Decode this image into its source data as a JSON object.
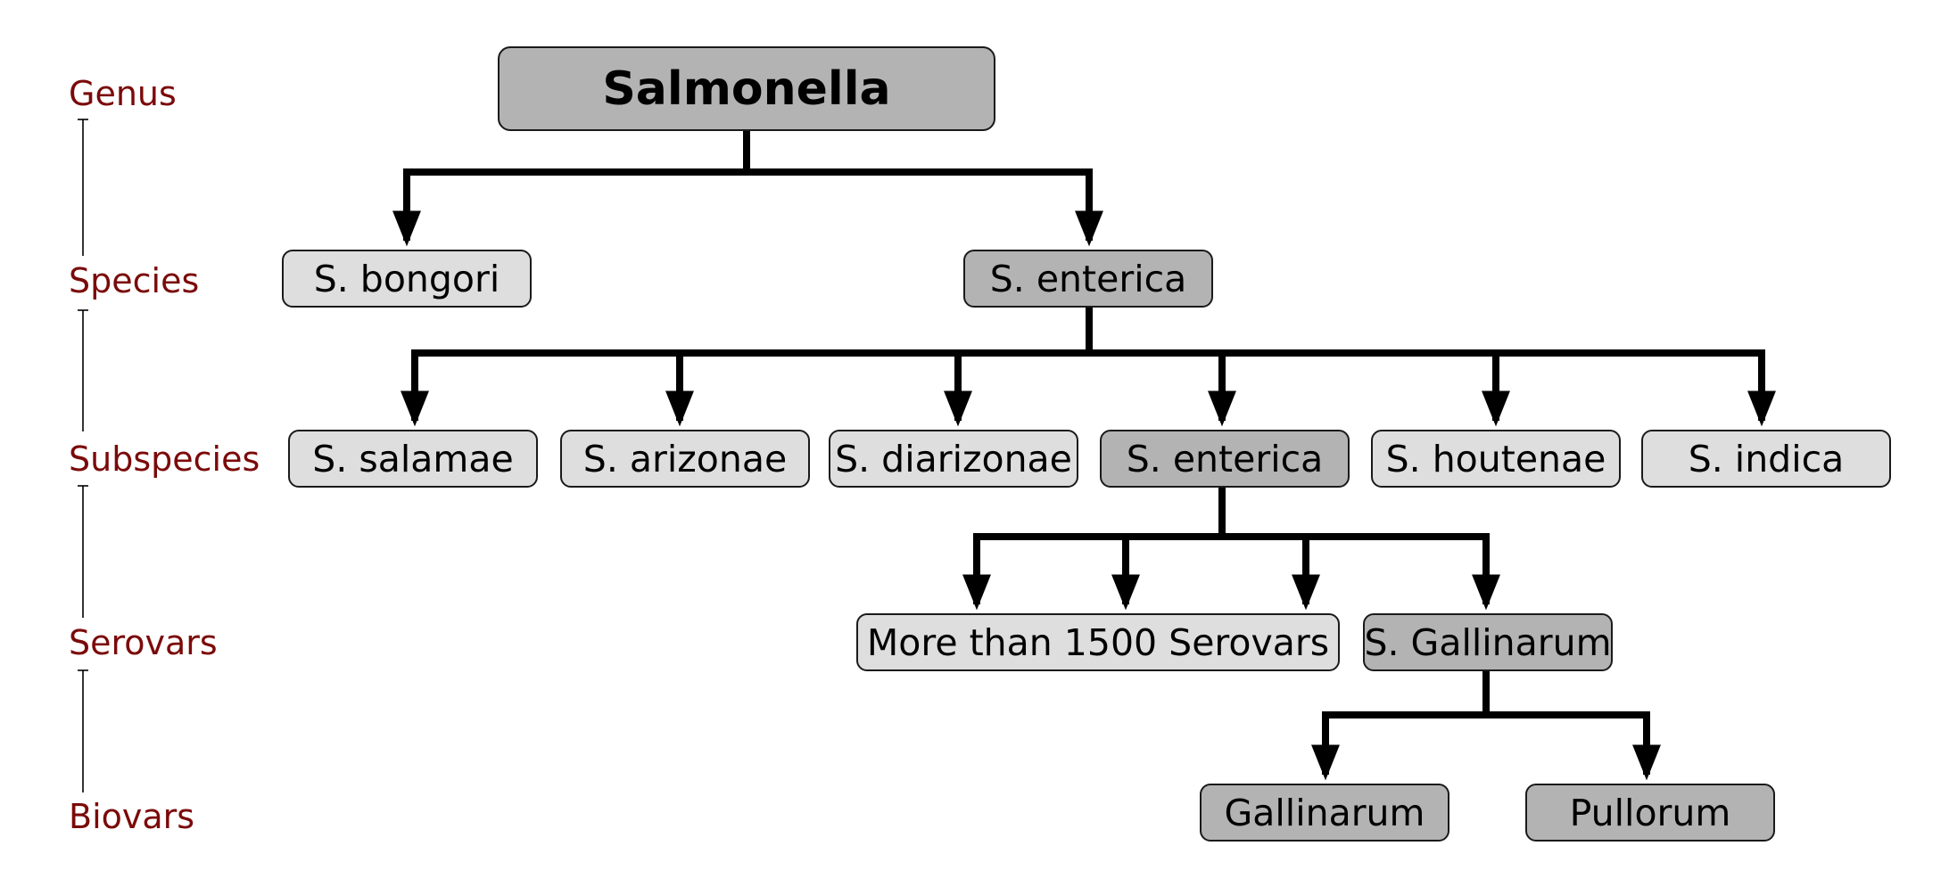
{
  "colors": {
    "rank_label": "#7b0a0a",
    "highlight_node": "#b3b3b3",
    "plain_node": "#dedede",
    "connector": "#000000"
  },
  "ranks": {
    "genus": "Genus",
    "species": "Species",
    "subspecies": "Subspecies",
    "serovars": "Serovars",
    "biovars": "Biovars"
  },
  "nodes": {
    "salmonella": "Salmonella",
    "s_bongori": "S. bongori",
    "s_enterica_species": "S. enterica",
    "s_salamae": "S. salamae",
    "s_arizonae": "S. arizonae",
    "s_diarizonae": "S. diarizonae",
    "s_enterica_subspecies": "S. enterica",
    "s_houtenae": "S. houtenae",
    "s_indica": "S. indica",
    "more_serovars": "More than 1500 Serovars",
    "s_gallinarum": "S. Gallinarum",
    "gallinarum": "Gallinarum",
    "pullorum": "Pullorum"
  }
}
